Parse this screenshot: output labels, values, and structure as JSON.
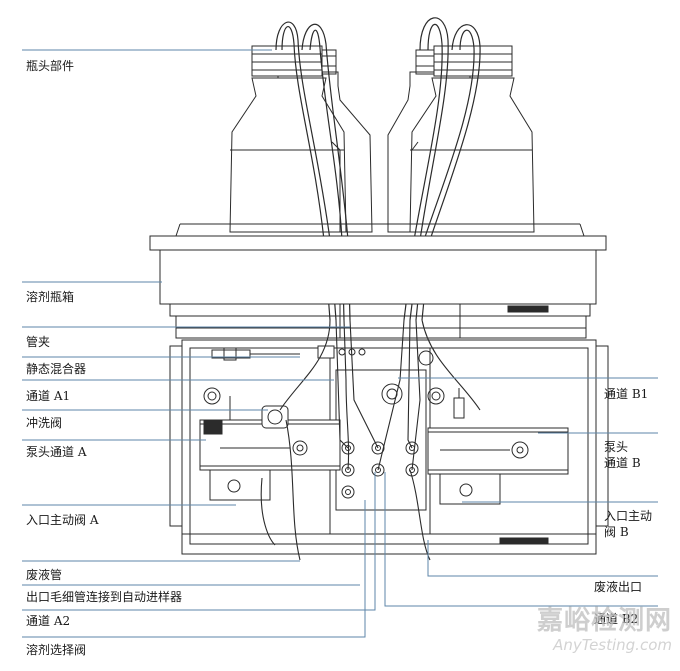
{
  "labels_left": [
    {
      "key": "bottle_head",
      "text": "瓶头部件"
    },
    {
      "key": "solvent_cabinet",
      "text": "溶剂瓶箱"
    },
    {
      "key": "tube_clip",
      "text": "管夹"
    },
    {
      "key": "static_mixer",
      "text": "静态混合器"
    },
    {
      "key": "channel_a1",
      "text": "通道 A1"
    },
    {
      "key": "purge_valve",
      "text": "冲洗阀"
    },
    {
      "key": "pump_head_a",
      "text": "泵头通道 A"
    },
    {
      "key": "inlet_valve_a",
      "text": "入口主动阀 A"
    },
    {
      "key": "waste_tube",
      "text": "废液管"
    },
    {
      "key": "outlet_capillary",
      "text": "出口毛细管连接到自动进样器"
    },
    {
      "key": "channel_a2",
      "text": "通道 A2"
    },
    {
      "key": "solvent_select_valve",
      "text": "溶剂选择阀"
    }
  ],
  "labels_right": [
    {
      "key": "channel_b1",
      "text": "通道 B1"
    },
    {
      "key": "pump_head_b_1",
      "text": "泵头"
    },
    {
      "key": "pump_head_b_2",
      "text": "通道 B"
    },
    {
      "key": "inlet_valve_b_1",
      "text": "入口主动"
    },
    {
      "key": "inlet_valve_b_2",
      "text": "阀 B"
    },
    {
      "key": "waste_outlet",
      "text": "废液出口"
    },
    {
      "key": "channel_b2",
      "text": "通道 B2"
    }
  ],
  "watermark": {
    "cn": "嘉峪检测网",
    "en": "AnyTesting.com"
  },
  "colors": {
    "line": "#2b2b2b",
    "leader": "#5e86a8",
    "fill": "#ffffff",
    "shade": "#9a9a9a"
  }
}
